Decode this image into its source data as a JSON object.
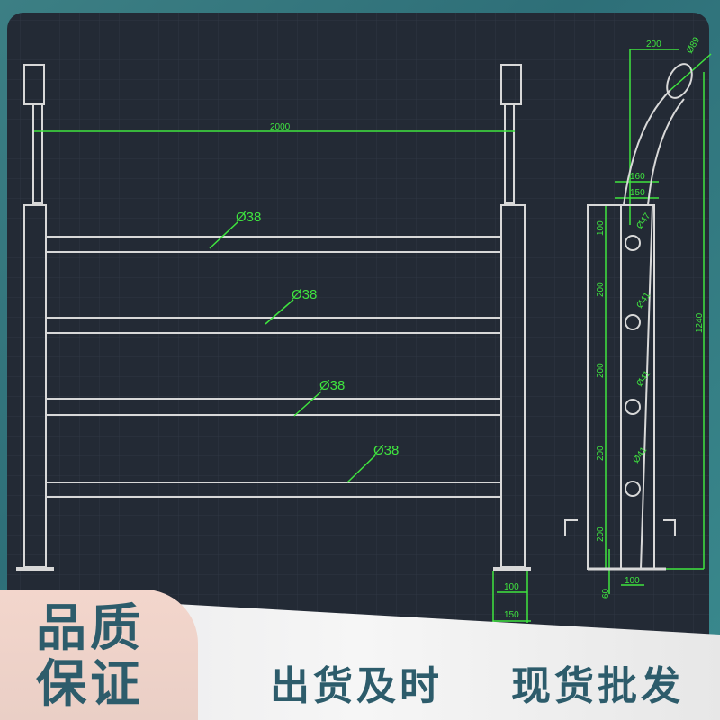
{
  "drawing": {
    "overall_width": "2000",
    "rail_diameters": [
      "Ø38",
      "Ø38",
      "Ø38",
      "Ø38"
    ],
    "side_view": {
      "top_offset": "200",
      "top_diameter": "Ø89",
      "base_widths": [
        "160",
        "150"
      ],
      "spacings": [
        "100",
        "200",
        "200",
        "200",
        "200"
      ],
      "hole_diameters": [
        "Ø47",
        "Ø41",
        "Ø41",
        "Ø41"
      ],
      "height": "1240",
      "bottom_width": "100",
      "embed": "60"
    },
    "post_base": [
      "100",
      "150"
    ]
  },
  "overlay": {
    "badge_text": "品质保证",
    "slogan_1": "出货及时",
    "slogan_2": "现货批发"
  },
  "colors": {
    "background": "#232a35",
    "dimension": "#3fe43f",
    "lines": "#d8d8d8",
    "text": "#2d5c6b"
  }
}
